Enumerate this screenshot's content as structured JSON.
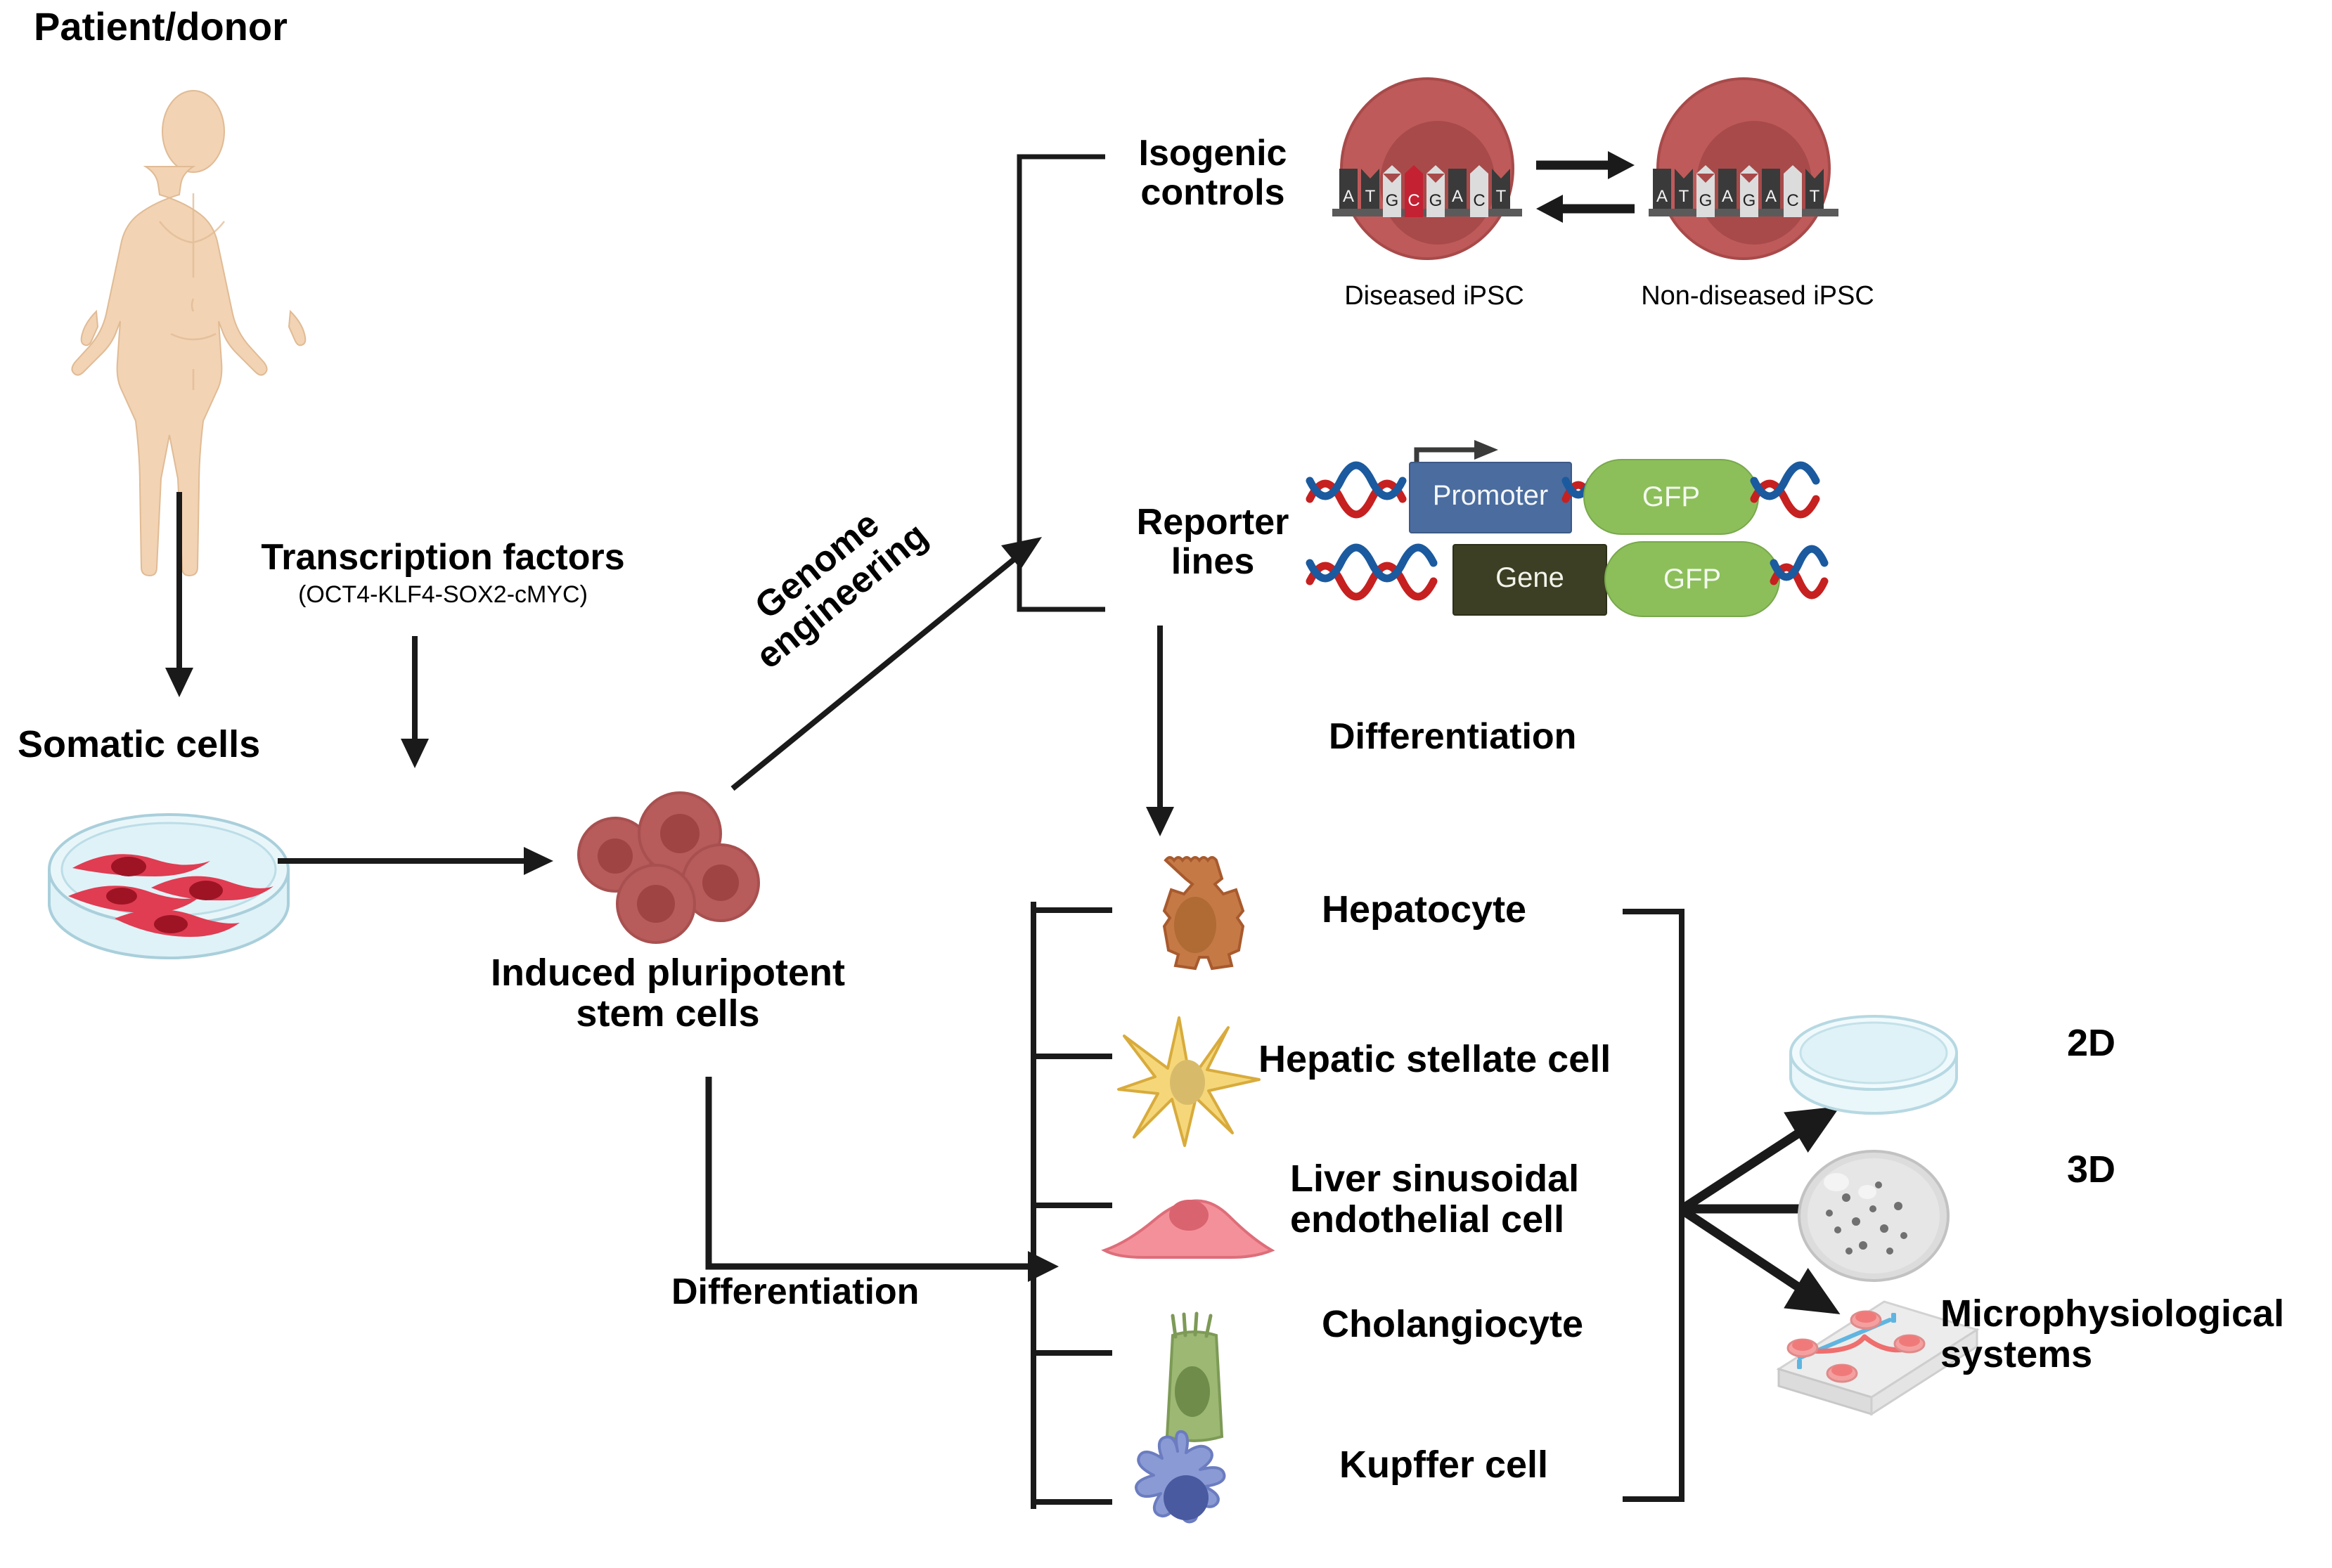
{
  "diagram": {
    "title_implicit": "iPSC-derived liver cell model workflow",
    "source_label": "Patient/donor",
    "somatic_label": "Somatic cells",
    "transcription_factors": {
      "title": "Transcription factors",
      "subtitle": "(OCT4-KLF4-SOX2-cMYC)"
    },
    "ipsc_label": "Induced pluripotent\nstem cells",
    "genome_engineering_label": "Genome\nengineering",
    "differentiation_label_top": "Differentiation",
    "differentiation_label_bottom": "Differentiation",
    "branches": [
      {
        "key": "isogenic",
        "label": "Isogenic\ncontrols"
      },
      {
        "key": "reporter",
        "label": "Reporter\nlines"
      }
    ],
    "isogenic": {
      "diseased": {
        "caption": "Diseased iPSC",
        "sequence": [
          "A",
          "T",
          "G",
          "C",
          "G",
          "A",
          "C",
          "T"
        ],
        "shades": [
          "dark",
          "dark",
          "light",
          "mutant",
          "light",
          "dark",
          "light",
          "dark"
        ],
        "mutant_index": 3,
        "mutant_base": "C"
      },
      "non_diseased": {
        "caption": "Non-diseased iPSC",
        "sequence": [
          "A",
          "T",
          "G",
          "A",
          "G",
          "A",
          "C",
          "T"
        ],
        "shades": [
          "dark",
          "dark",
          "light",
          "dark",
          "light",
          "dark",
          "light",
          "dark"
        ],
        "corrected_index": 3,
        "corrected_base": "A"
      },
      "arrow_forward": "edit",
      "arrow_reverse": "revert"
    },
    "reporter_constructs": [
      {
        "box_label": "Promoter",
        "box_kind": "promoter",
        "reporter_label": "GFP",
        "has_tss_arrow": true
      },
      {
        "box_label": "Gene",
        "box_kind": "gene",
        "reporter_label": "GFP",
        "has_tss_arrow": false
      }
    ],
    "cell_types": [
      {
        "key": "hepatocyte",
        "label": "Hepatocyte"
      },
      {
        "key": "hepatic-stellate-cell",
        "label": "Hepatic stellate cell"
      },
      {
        "key": "liver-sinusoidal-endothelial-cell",
        "label": "Liver sinusoidal\nendothelial cell"
      },
      {
        "key": "cholangiocyte",
        "label": "Cholangiocyte"
      },
      {
        "key": "kupffer-cell",
        "label": "Kupffer cell"
      }
    ],
    "culture_formats": [
      {
        "key": "2d",
        "label": "2D"
      },
      {
        "key": "3d",
        "label": "3D"
      },
      {
        "key": "mps",
        "label": "Microphysiological\nsystems"
      }
    ],
    "colors": {
      "background": "#ffffff",
      "stroke": "#1a1a1a",
      "skin": "#f2d3b3",
      "skin_shadow": "#e3bd98",
      "dish_fill": "#dcf0f5",
      "dish_rim": "#b6d8e2",
      "fibroblast": "#e03c52",
      "fibroblast_nucleus": "#9e1424",
      "ipsc_body": "#b85b5b",
      "ipsc_nucleus": "#a04343",
      "isogenic_cell": "#bf5a5a",
      "isogenic_nucleus": "#a84a4a",
      "base_dark": "#3a3a3a",
      "base_light": "#dcdcdc",
      "base_mutant": "#c42133",
      "base_rail": "#5a5a5a",
      "dna_blue": "#1b5a9e",
      "dna_red": "#c62020",
      "promoter_box": "#4a6c9e",
      "gene_box": "#3c3f23",
      "gfp_pill": "#8cbf5a",
      "hepatocyte": "#c57a46",
      "hepatocyte_nucleus": "#b06a34",
      "stellate": "#f5d77a",
      "stellate_nucleus": "#d8bb6a",
      "lsec": "#f4909a",
      "lsec_nucleus": "#d9636f",
      "cholangiocyte": "#9cb872",
      "cholangiocyte_nucleus": "#6f8c4a",
      "kupffer": "#8a9ad4",
      "kupffer_nucleus": "#4a5aa0",
      "chip_body": "#e8e8e8",
      "chip_channel_red": "#ef6e6e",
      "chip_channel_blue": "#5fb5e0",
      "organoid_dish": "#d8d8d8"
    }
  }
}
